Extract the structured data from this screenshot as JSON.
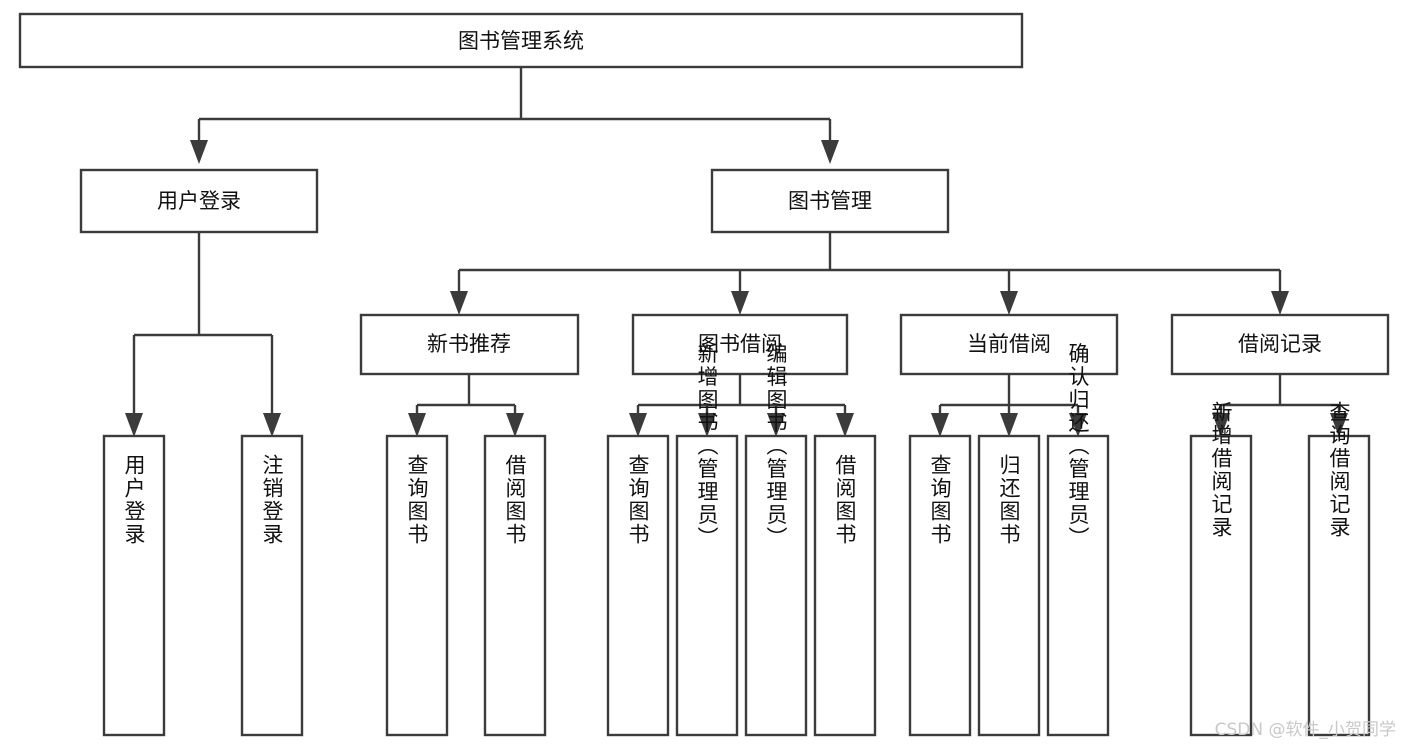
{
  "diagram": {
    "type": "hierarchy-tree",
    "title": "图书管理系统",
    "orientation": "top-down",
    "colors": {
      "stroke": "#3b3b3b",
      "fill": "#ffffff",
      "text": "#111111",
      "watermark": "#c9c9c9"
    },
    "levels": {
      "root": {
        "label": "图书管理系统"
      },
      "level2": [
        {
          "id": "user-login",
          "label": "用户登录"
        },
        {
          "id": "book-manage",
          "label": "图书管理"
        }
      ],
      "level3": [
        {
          "id": "new-book-recommend",
          "label": "新书推荐",
          "parent": "book-manage"
        },
        {
          "id": "book-borrow",
          "label": "图书借阅",
          "parent": "book-manage"
        },
        {
          "id": "current-borrow",
          "label": "当前借阅",
          "parent": "book-manage"
        },
        {
          "id": "borrow-record",
          "label": "借阅记录",
          "parent": "book-manage"
        }
      ],
      "leaves": {
        "user-login": [
          {
            "id": "leaf-user-login",
            "label": "用户登录"
          },
          {
            "id": "leaf-user-logout",
            "label": "注销登录"
          }
        ],
        "new-book-recommend": [
          {
            "id": "leaf-query-book-1",
            "label": "查询图书"
          },
          {
            "id": "leaf-borrow-book-1",
            "label": "借阅图书"
          }
        ],
        "book-borrow": [
          {
            "id": "leaf-query-book-2",
            "label": "查询图书"
          },
          {
            "id": "leaf-add-book",
            "label": "新增图书（管理员）"
          },
          {
            "id": "leaf-edit-book",
            "label": "编辑图书（管理员）"
          },
          {
            "id": "leaf-borrow-book-2",
            "label": "借阅图书"
          }
        ],
        "current-borrow": [
          {
            "id": "leaf-query-book-3",
            "label": "查询图书"
          },
          {
            "id": "leaf-return-book",
            "label": "归还图书"
          },
          {
            "id": "leaf-confirm-return",
            "label": "确认归还（管理员）"
          }
        ],
        "borrow-record": [
          {
            "id": "leaf-add-record",
            "label": "新增借阅记录"
          },
          {
            "id": "leaf-query-record",
            "label": "查询借阅记录"
          }
        ]
      }
    }
  },
  "watermark": {
    "text": "CSDN @软件_小贺同学"
  }
}
